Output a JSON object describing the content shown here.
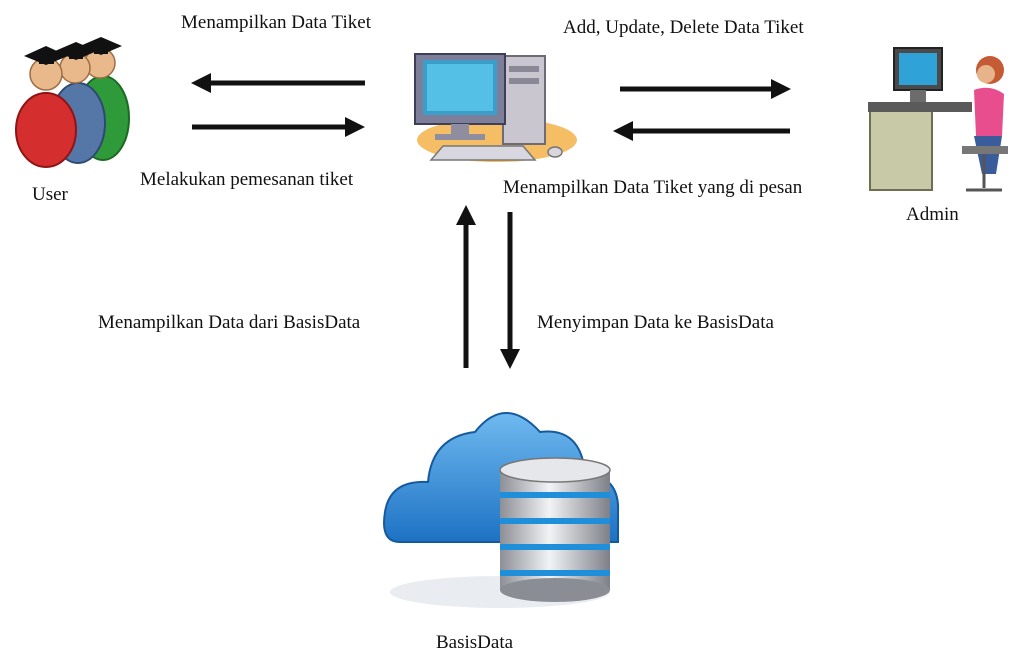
{
  "nodes": {
    "user": "User",
    "admin": "Admin",
    "database": "BasisData"
  },
  "edges": {
    "server_to_user": "Menampilkan Data Tiket",
    "user_to_server": "Melakukan pemesanan tiket",
    "admin_to_server": "Add, Update, Delete Data Tiket",
    "server_to_admin": "Menampilkan Data Tiket yang di pesan",
    "db_to_server": "Menampilkan Data dari BasisData",
    "server_to_db": "Menyimpan  Data  ke BasisData"
  }
}
